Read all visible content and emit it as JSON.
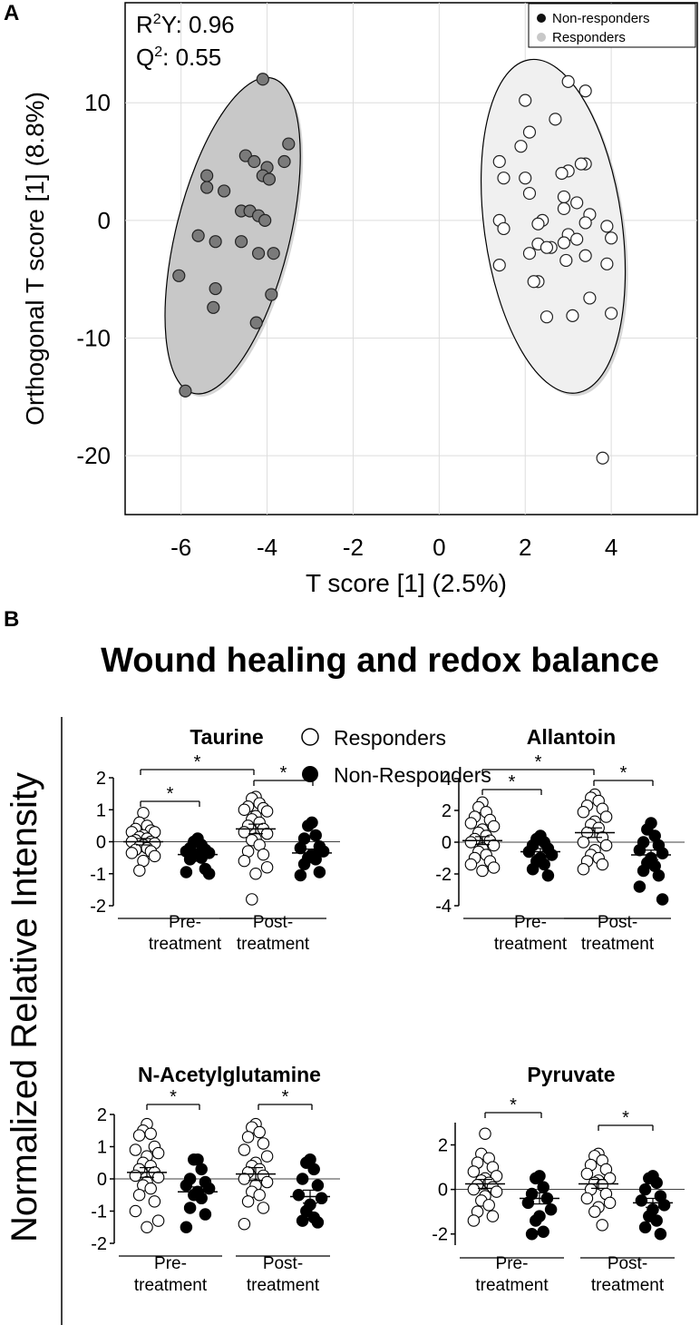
{
  "figure": {
    "panel_a_label": "A",
    "panel_b_label": "B",
    "section_title": "Wound healing and redox balance",
    "shared_ylabel": "Normalized Relative Intensity",
    "legend": {
      "responders": "Responders",
      "non_responders": "Non-Responders"
    }
  },
  "chart_data": [
    {
      "type": "scatter",
      "panel": "A",
      "xlabel": "T score [1] (2.5%)",
      "ylabel": "Orthogonal T score [1] (8.8%)",
      "xlim": [
        -7.3,
        6.0
      ],
      "ylim": [
        -25,
        18.5
      ],
      "xticks": [
        -6,
        -4,
        -2,
        0,
        2,
        4
      ],
      "yticks": [
        10,
        0,
        -10,
        -20
      ],
      "grid": true,
      "stats": {
        "r2y_label": "R",
        "r2y_sup": "2",
        "r2y_text": "Y: 0.96",
        "q2_label": "Q",
        "q2_sup": "2",
        "q2_text": ": 0.55"
      },
      "legend_placement": "top-right",
      "legend": [
        {
          "name": "Non-responders",
          "color": "#111111"
        },
        {
          "name": "Responders",
          "color": "#c8c8c8"
        }
      ],
      "ellipses": [
        {
          "group": "Non-responders",
          "cx": -4.8,
          "cy": -1.3,
          "rx": 1.32,
          "ry": 13.8,
          "angle": 14,
          "fill": "#c8c8c8"
        },
        {
          "group": "Responders",
          "cx": 2.65,
          "cy": -0.5,
          "rx": 1.6,
          "ry": 14.3,
          "angle": -8,
          "fill": "#f0f0f0"
        }
      ],
      "series": [
        {
          "name": "Non-responders",
          "fill": "#7a7a7a",
          "points": [
            [
              -4.1,
              12
            ],
            [
              -3.5,
              6.5
            ],
            [
              -3.6,
              5
            ],
            [
              -4.5,
              5.5
            ],
            [
              -5.4,
              3.8
            ],
            [
              -4.3,
              5
            ],
            [
              -4.0,
              4.5
            ],
            [
              -5.4,
              2.8
            ],
            [
              -4.1,
              3.8
            ],
            [
              -3.95,
              3.5
            ],
            [
              -5.0,
              2.5
            ],
            [
              -4.6,
              0.8
            ],
            [
              -4.4,
              0.8
            ],
            [
              -4.2,
              0.4
            ],
            [
              -4.05,
              0
            ],
            [
              -5.6,
              -1.3
            ],
            [
              -5.2,
              -1.8
            ],
            [
              -4.6,
              -1.8
            ],
            [
              -4.2,
              -2.8
            ],
            [
              -3.85,
              -2.8
            ],
            [
              -5.2,
              -5.8
            ],
            [
              -3.9,
              -6.3
            ],
            [
              -6.05,
              -4.7
            ],
            [
              -5.25,
              -7.4
            ],
            [
              -4.25,
              -8.7
            ],
            [
              -5.9,
              -14.5
            ]
          ]
        },
        {
          "name": "Responders",
          "fill": "#ffffff",
          "points": [
            [
              3.0,
              11.8
            ],
            [
              3.4,
              11
            ],
            [
              2.0,
              10.2
            ],
            [
              2.7,
              8.6
            ],
            [
              2.1,
              7.5
            ],
            [
              1.9,
              6.3
            ],
            [
              1.4,
              5
            ],
            [
              3.4,
              4.8
            ],
            [
              3.3,
              4.8
            ],
            [
              3.0,
              4.2
            ],
            [
              2.85,
              4
            ],
            [
              1.5,
              3.6
            ],
            [
              2.0,
              3.6
            ],
            [
              2.1,
              2.3
            ],
            [
              2.9,
              2
            ],
            [
              3.2,
              1.5
            ],
            [
              2.9,
              1
            ],
            [
              1.4,
              0
            ],
            [
              2.4,
              0
            ],
            [
              2.3,
              -0.3
            ],
            [
              3.5,
              0.5
            ],
            [
              3.4,
              -0.2
            ],
            [
              3.9,
              -0.5
            ],
            [
              1.5,
              -0.7
            ],
            [
              3.0,
              -1.2
            ],
            [
              3.2,
              -1.6
            ],
            [
              4.0,
              -1.5
            ],
            [
              2.9,
              -1.9
            ],
            [
              2.3,
              -2
            ],
            [
              2.6,
              -2.3
            ],
            [
              2.5,
              -2.3
            ],
            [
              2.1,
              -2.8
            ],
            [
              3.4,
              -3
            ],
            [
              2.95,
              -3.4
            ],
            [
              3.9,
              -3.7
            ],
            [
              1.4,
              -3.8
            ],
            [
              2.3,
              -5.2
            ],
            [
              2.2,
              -5.2
            ],
            [
              3.5,
              -6.6
            ],
            [
              2.5,
              -8.2
            ],
            [
              3.1,
              -8.1
            ],
            [
              4.0,
              -7.9
            ],
            [
              3.8,
              -20.2
            ]
          ]
        }
      ]
    },
    {
      "type": "scatter",
      "title": "Taurine",
      "ylim": [
        -2,
        2
      ],
      "yticks": [
        2,
        1,
        0,
        -1,
        -2
      ],
      "x_groups": [
        "Pre-\ntreatment",
        "Post-\ntreatment"
      ],
      "significance": [
        "*",
        "*",
        "*"
      ],
      "series": [
        {
          "name": "Responders",
          "group": "Pre-treatment",
          "mean": 0.0,
          "sem": 0.1,
          "values": [
            0.9,
            0.6,
            0.5,
            0.4,
            0.35,
            0.3,
            0.3,
            0.2,
            0.15,
            0.1,
            0.05,
            0,
            0,
            -0.05,
            -0.1,
            -0.15,
            -0.2,
            -0.25,
            -0.3,
            -0.35,
            -0.45,
            -0.6,
            -0.9
          ]
        },
        {
          "name": "Non-Responders",
          "group": "Pre-treatment",
          "mean": -0.4,
          "sem": 0.08,
          "values": [
            0.1,
            0,
            -0.1,
            -0.2,
            -0.25,
            -0.3,
            -0.35,
            -0.4,
            -0.45,
            -0.5,
            -0.55,
            -0.85,
            -0.95,
            -1.0
          ]
        },
        {
          "name": "Responders",
          "group": "Post-treatment",
          "mean": 0.4,
          "sem": 0.15,
          "values": [
            1.4,
            1.35,
            1.2,
            1.1,
            1.05,
            1.0,
            0.95,
            0.8,
            0.7,
            0.6,
            0.5,
            0.4,
            0.3,
            0.25,
            0.1,
            0.05,
            -0.1,
            -0.3,
            -0.4,
            -0.6,
            -0.8,
            -1.0,
            -1.8
          ]
        },
        {
          "name": "Non-Responders",
          "group": "Post-treatment",
          "mean": -0.35,
          "sem": 0.12,
          "values": [
            0.6,
            0.5,
            0.2,
            0.1,
            -0.15,
            -0.2,
            -0.3,
            -0.4,
            -0.5,
            -0.55,
            -0.7,
            -0.95,
            -1.05
          ]
        }
      ]
    },
    {
      "type": "scatter",
      "title": "Allantoin",
      "ylim": [
        -4,
        4
      ],
      "yticks": [
        4,
        2,
        0,
        -2,
        -4
      ],
      "x_groups": [
        "Pre-\ntreatment",
        "Post-\ntreatment"
      ],
      "significance": [
        "*",
        "*",
        "*"
      ],
      "series": [
        {
          "name": "Responders",
          "group": "Pre-treatment",
          "mean": 0.1,
          "sem": 0.25,
          "values": [
            2.5,
            2.2,
            1.9,
            1.6,
            1.4,
            1.2,
            1.0,
            0.8,
            0.6,
            0.4,
            0.2,
            0.1,
            0,
            -0.2,
            -0.4,
            -0.6,
            -0.8,
            -1.0,
            -1.2,
            -1.4,
            -1.6,
            -1.8
          ]
        },
        {
          "name": "Non-Responders",
          "group": "Pre-treatment",
          "mean": -0.6,
          "sem": 0.2,
          "values": [
            0.4,
            0.2,
            0,
            -0.2,
            -0.4,
            -0.6,
            -0.8,
            -1.0,
            -1.2,
            -1.4,
            -1.7,
            -2.1
          ]
        },
        {
          "name": "Responders",
          "group": "Post-treatment",
          "mean": 0.6,
          "sem": 0.3,
          "values": [
            3.0,
            2.8,
            2.6,
            2.3,
            2.1,
            1.9,
            1.6,
            1.3,
            1.1,
            0.9,
            0.6,
            0.3,
            0,
            -0.2,
            -0.5,
            -0.8,
            -1.0,
            -1.2,
            -1.4,
            -1.7
          ]
        },
        {
          "name": "Non-Responders",
          "group": "Post-treatment",
          "mean": -0.8,
          "sem": 0.3,
          "values": [
            1.2,
            0.8,
            0.4,
            0,
            -0.2,
            -0.5,
            -0.7,
            -1.0,
            -1.3,
            -1.5,
            -1.8,
            -2.1,
            -2.8,
            -3.6
          ]
        }
      ]
    },
    {
      "type": "scatter",
      "title": "N-Acetylglutamine",
      "ylim": [
        -2,
        2
      ],
      "yticks": [
        2,
        1,
        0,
        -1,
        -2
      ],
      "x_groups": [
        "Pre-\ntreatment",
        "Post-\ntreatment"
      ],
      "significance": [
        "*",
        "*"
      ],
      "series": [
        {
          "name": "Responders",
          "group": "Pre-treatment",
          "mean": 0.2,
          "sem": 0.15,
          "values": [
            1.7,
            1.5,
            1.4,
            1.35,
            1.0,
            0.9,
            0.8,
            0.7,
            0.5,
            0.4,
            0.3,
            0.2,
            0.1,
            0.05,
            -0.1,
            -0.2,
            -0.3,
            -0.5,
            -0.7,
            -1.0,
            -1.3,
            -1.5
          ]
        },
        {
          "name": "Non-Responders",
          "group": "Pre-treatment",
          "mean": -0.4,
          "sem": 0.15,
          "values": [
            0.6,
            0.6,
            0.3,
            0,
            -0.1,
            -0.2,
            -0.3,
            -0.4,
            -0.5,
            -0.6,
            -0.9,
            -1.1,
            -1.5
          ]
        },
        {
          "name": "Responders",
          "group": "Post-treatment",
          "mean": 0.15,
          "sem": 0.2,
          "values": [
            1.7,
            1.6,
            1.45,
            1.3,
            1.1,
            0.9,
            0.7,
            0.5,
            0.4,
            0.3,
            0.2,
            0.1,
            0,
            -0.1,
            -0.2,
            -0.4,
            -0.5,
            -0.7,
            -0.9,
            -1.4
          ]
        },
        {
          "name": "Non-Responders",
          "group": "Post-treatment",
          "mean": -0.55,
          "sem": 0.2,
          "values": [
            0.6,
            0.5,
            0.3,
            0,
            -0.2,
            -0.5,
            -0.6,
            -0.8,
            -1.0,
            -1.2,
            -1.3,
            -1.35
          ]
        }
      ]
    },
    {
      "type": "scatter",
      "title": "Pyruvate",
      "ylim": [
        -2.5,
        3
      ],
      "yticks": [
        2,
        0,
        -2
      ],
      "x_groups": [
        "Pre-\ntreatment",
        "Post-\ntreatment"
      ],
      "significance": [
        "*",
        "*"
      ],
      "series": [
        {
          "name": "Responders",
          "group": "Pre-treatment",
          "mean": 0.25,
          "sem": 0.2,
          "values": [
            2.5,
            1.6,
            1.4,
            1.2,
            1.0,
            0.8,
            0.6,
            0.5,
            0.4,
            0.3,
            0.2,
            0.1,
            0,
            -0.1,
            -0.3,
            -0.5,
            -0.7,
            -1.0,
            -1.2,
            -1.4
          ]
        },
        {
          "name": "Non-Responders",
          "group": "Pre-treatment",
          "mean": -0.4,
          "sem": 0.25,
          "values": [
            0.6,
            0.5,
            0.1,
            -0.2,
            -0.4,
            -0.6,
            -0.9,
            -1.2,
            -1.4,
            -1.9,
            -2.0
          ]
        },
        {
          "name": "Responders",
          "group": "Post-treatment",
          "mean": 0.25,
          "sem": 0.2,
          "values": [
            1.6,
            1.5,
            1.3,
            1.1,
            0.9,
            0.7,
            0.5,
            0.4,
            0.3,
            0.2,
            0,
            -0.2,
            -0.4,
            -0.6,
            -0.8,
            -1.0,
            -1.6
          ]
        },
        {
          "name": "Non-Responders",
          "group": "Post-treatment",
          "mean": -0.6,
          "sem": 0.2,
          "values": [
            0.6,
            0.5,
            0.3,
            0,
            -0.3,
            -0.5,
            -0.7,
            -0.9,
            -1.2,
            -1.4,
            -1.7,
            -2.0
          ]
        }
      ]
    }
  ]
}
